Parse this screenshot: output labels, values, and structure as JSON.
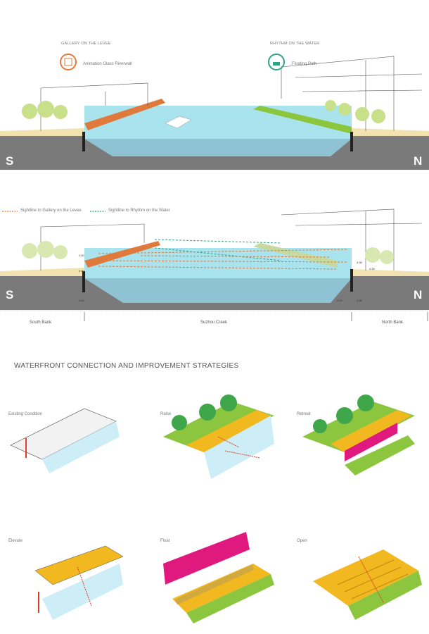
{
  "section1": {
    "left_heading": "GALLERY ON THE LEVEE",
    "left_item": "Animation Glass Riverwall",
    "right_heading": "RHYTHM ON THE WATER",
    "right_item": "Floating Path",
    "south": "S",
    "north": "N",
    "colors": {
      "orange": "#e07a3c",
      "green": "#2fa383",
      "water": "#a9e3ee",
      "ground": "#7b7a7a"
    }
  },
  "section2": {
    "legend_orange": "Sightline to Gallery on the Levee",
    "legend_green": "Sightline to Rhythm on the Water",
    "south": "S",
    "north": "N",
    "dims": [
      "4.50",
      "3.50",
      "2.50",
      "4.30",
      "4.30",
      "2.00",
      "2.50"
    ],
    "zones": [
      "South Bank",
      "Suzhou Creek",
      "North Bank"
    ]
  },
  "strategies": {
    "title": "WATERFRONT CONNECTION AND IMPROVEMENT STRATEGIES",
    "panels": [
      "Existing Condition",
      "Raise",
      "Retreat",
      "Elevate",
      "Float",
      "Open"
    ],
    "colors": {
      "yellow": "#f2b81f",
      "magenta": "#e0197f",
      "green": "#8cc63f",
      "tree": "#3fa64a"
    }
  }
}
